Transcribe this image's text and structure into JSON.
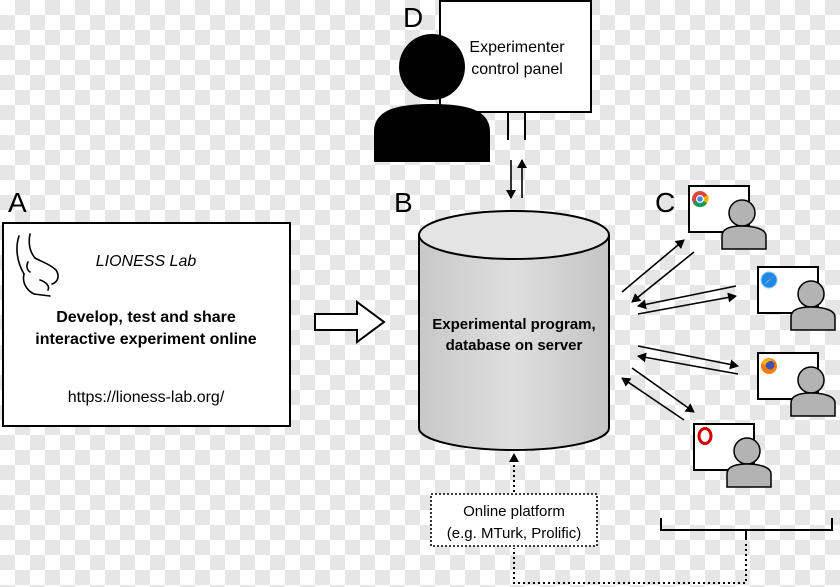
{
  "labels": {
    "a": "A",
    "b": "B",
    "c": "C",
    "d": "D"
  },
  "panel_a": {
    "title": "LIONESS Lab",
    "tagline_line1": "Develop, test and share",
    "tagline_line2": "interactive experiment online",
    "url": "https://lioness-lab.org/"
  },
  "control_panel": {
    "line1": "Experimenter",
    "line2": "control panel"
  },
  "server": {
    "line1": "Experimental program,",
    "line2": "database on server"
  },
  "platform": {
    "line1": "Online platform",
    "line2": "(e.g. MTurk, Prolific)"
  },
  "icons": {
    "panel_logo": "lion-head-icon",
    "experimenter": "person-icon",
    "participants": [
      "chrome-icon",
      "safari-icon",
      "firefox-icon",
      "opera-icon"
    ]
  },
  "colors": {
    "chrome_red": "#db4437",
    "chrome_green": "#0f9d58",
    "chrome_yellow": "#f4b400",
    "chrome_blue": "#4285f4",
    "safari_blue": "#1e88e5",
    "firefox_orange": "#f57c00",
    "opera_red": "#d50000"
  }
}
